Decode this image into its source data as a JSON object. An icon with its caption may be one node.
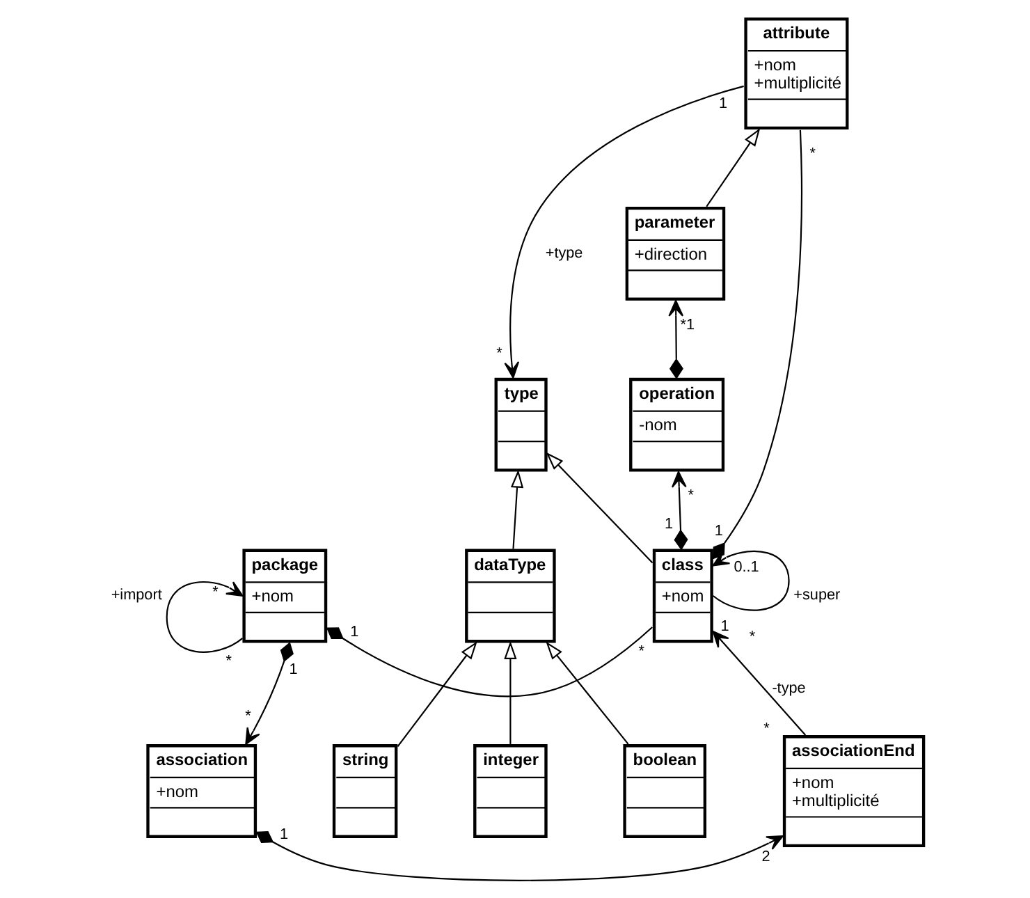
{
  "diagram": {
    "nodes": [
      {
        "text": [
          "attribute",
          "+nom",
          "+multiplicité"
        ]
      },
      {
        "text": [
          "parameter",
          "+direction"
        ]
      },
      {
        "text": [
          "type"
        ]
      },
      {
        "text": [
          "operation",
          "-nom"
        ]
      },
      {
        "text": [
          "package",
          "+nom"
        ]
      },
      {
        "text": [
          "class",
          "+nom"
        ]
      },
      {
        "text": [
          "dataType"
        ]
      },
      {
        "text": [
          "string"
        ]
      },
      {
        "text": [
          "integer"
        ]
      },
      {
        "text": [
          "boolean"
        ]
      },
      {
        "text": [
          "association",
          "+nom"
        ]
      },
      {
        "text": [
          "associationEnd",
          "+nom",
          "+multiplicité"
        ]
      }
    ],
    "edges": [
      {
        "from": 1,
        "to": 0,
        "arrow": "to"
      },
      {
        "from": 0,
        "to": 2,
        "arrow": "to",
        "label": "+type"
      },
      {
        "from": 5,
        "to": 0,
        "arrow": "other"
      },
      {
        "from": 3,
        "to": 1,
        "arrow": "to"
      },
      {
        "from": 5,
        "to": 2,
        "arrow": "to"
      },
      {
        "from": 6,
        "to": 2,
        "arrow": "to"
      },
      {
        "from": 5,
        "to": 3,
        "arrow": "to"
      },
      {
        "from": 4,
        "to": 5,
        "arrow": "other"
      },
      {
        "from": 4,
        "to": 4,
        "arrow": "to",
        "label": "+import"
      },
      {
        "from": 5,
        "to": 5,
        "arrow": "to",
        "label": "+super"
      },
      {
        "from": 7,
        "to": 6,
        "arrow": "to"
      },
      {
        "from": 8,
        "to": 6,
        "arrow": "to"
      },
      {
        "from": 9,
        "to": 6,
        "arrow": "to"
      },
      {
        "from": 4,
        "to": 10,
        "arrow": "to"
      },
      {
        "from": 11,
        "to": 5,
        "arrow": "to",
        "label": "-type"
      },
      {
        "from": 10,
        "to": 11,
        "arrow": "to"
      }
    ],
    "labels": [
      "1",
      "*",
      "*",
      "*1",
      "1",
      "1",
      "*",
      "0..1",
      "1",
      "*",
      "*",
      "*",
      "1",
      "*",
      "1",
      "*",
      "*",
      "1",
      "2"
    ]
  }
}
